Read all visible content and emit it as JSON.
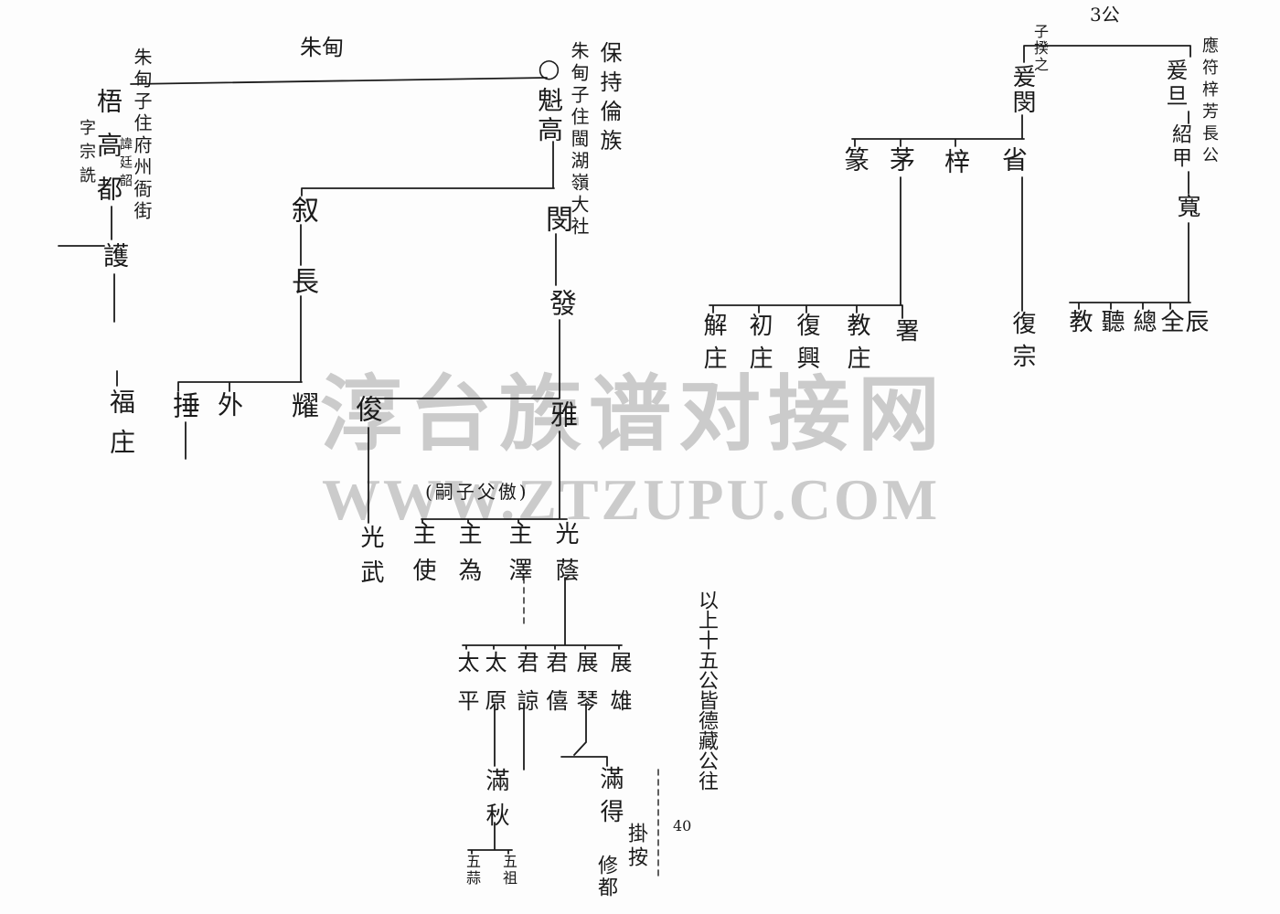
{
  "watermark": {
    "site_name": "淳台族谱对接网",
    "site_url": "WWW.ZTZUPU.COM"
  },
  "left_tree": {
    "line_label": "朱甸",
    "wugao_branch": {
      "residence_note": "朱甸子住府州衙街",
      "founder": "梧高都",
      "courtesy_name_note": "字宗詵",
      "taboo_name_note": "諱廷韶",
      "son": "護",
      "grandson": "福庄"
    },
    "kuigao_branch": {
      "founder": "○魁高",
      "residence_note": "朱甸子住閩湖嶺大社",
      "side_note": "保持倫族",
      "xu_line": {
        "name": "叙",
        "son": "長",
        "grandsons": [
          "捶",
          "外",
          "耀"
        ]
      },
      "min_line": {
        "name": "閔",
        "son": "發",
        "grandsons": [
          "俊",
          "雅"
        ],
        "adoption_note": "(嗣子父傲)",
        "jun_son": "光武",
        "ya_sons": [
          "主使",
          "主為",
          "主澤",
          "光蔭"
        ],
        "guangyin_sons": [
          "太平",
          "太原",
          "君諒",
          "君僖",
          "展琴",
          "展雄"
        ],
        "taiyuan_son": "滿秋",
        "manqiu_sons": [
          "五蒜",
          "五祖"
        ],
        "zhanqin_son": "滿得",
        "mande_sons": [
          "掛按",
          "修都"
        ]
      }
    },
    "closing_note": "以上十五公皆德藏公往",
    "page_number": "40"
  },
  "right_tree": {
    "header_label": "3公",
    "yuanmin_branch": {
      "name": "爰閔",
      "note": "子揆之",
      "sons": [
        "篆",
        "茅",
        "梓",
        "省"
      ],
      "mao_sons": [
        "解庄",
        "初庄",
        "復興",
        "教庄",
        "署"
      ],
      "sheng_son": "復宗"
    },
    "yuandan_branch": {
      "name": "爰旦",
      "note": "應符梓芳長公",
      "son": "紹甲",
      "grandson": "寬",
      "kuan_sons": [
        "教",
        "聽",
        "總",
        "全",
        "辰"
      ]
    }
  }
}
